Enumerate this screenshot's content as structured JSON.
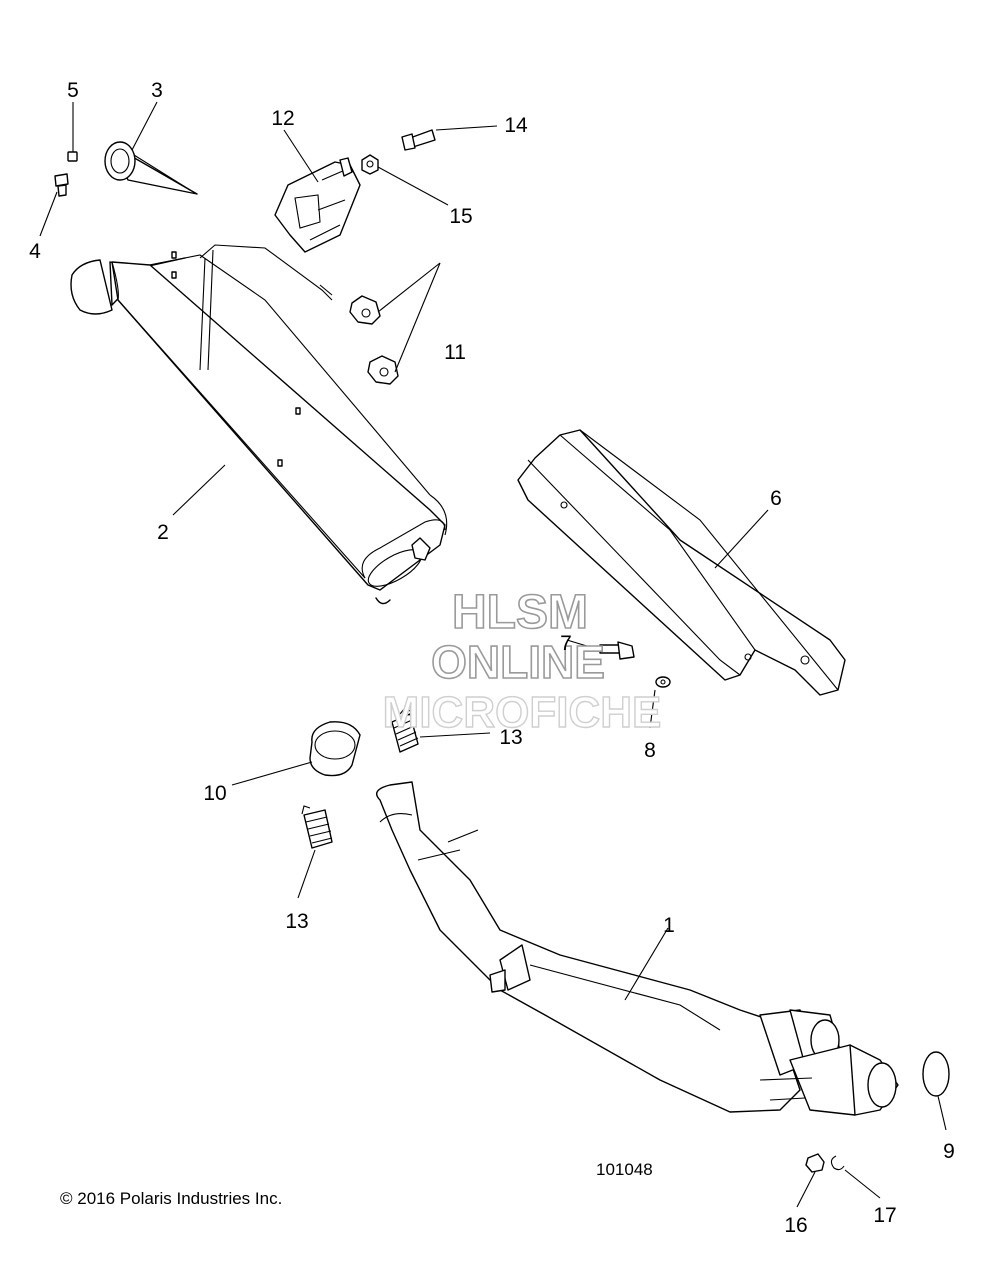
{
  "callouts": {
    "c1": "1",
    "c2": "2",
    "c3": "3",
    "c4": "4",
    "c5": "5",
    "c6": "6",
    "c7": "7",
    "c8": "8",
    "c9": "9",
    "c10": "10",
    "c11": "11",
    "c12": "12",
    "c13a": "13",
    "c13b": "13",
    "c14": "14",
    "c15": "15",
    "c16": "16",
    "c17": "17"
  },
  "watermark": {
    "line1": "HLSM",
    "line2": "ONLINE",
    "line3": "MICROFICHE"
  },
  "diagram_number": "101048",
  "copyright": "© 2016 Polaris Industries Inc."
}
